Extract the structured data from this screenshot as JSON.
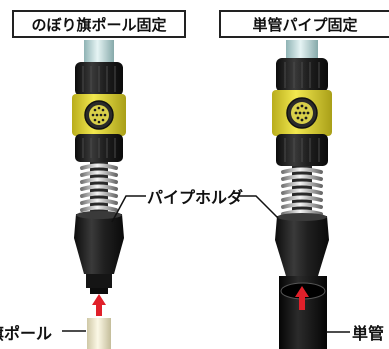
{
  "left": {
    "title": "のぼり旗ポール固定",
    "pole_label": "旗ポール"
  },
  "right": {
    "title": "単管パイプ固定",
    "pipe_label": "単管"
  },
  "center_label": "パイプホルダ",
  "colors": {
    "band_yellow": "#e9df3b",
    "cap_black": "#1c1c1c",
    "arrow_red": "#e0202a",
    "pole_cream": "#f1ecd0",
    "pole_cyan": "#c3dfe0"
  }
}
